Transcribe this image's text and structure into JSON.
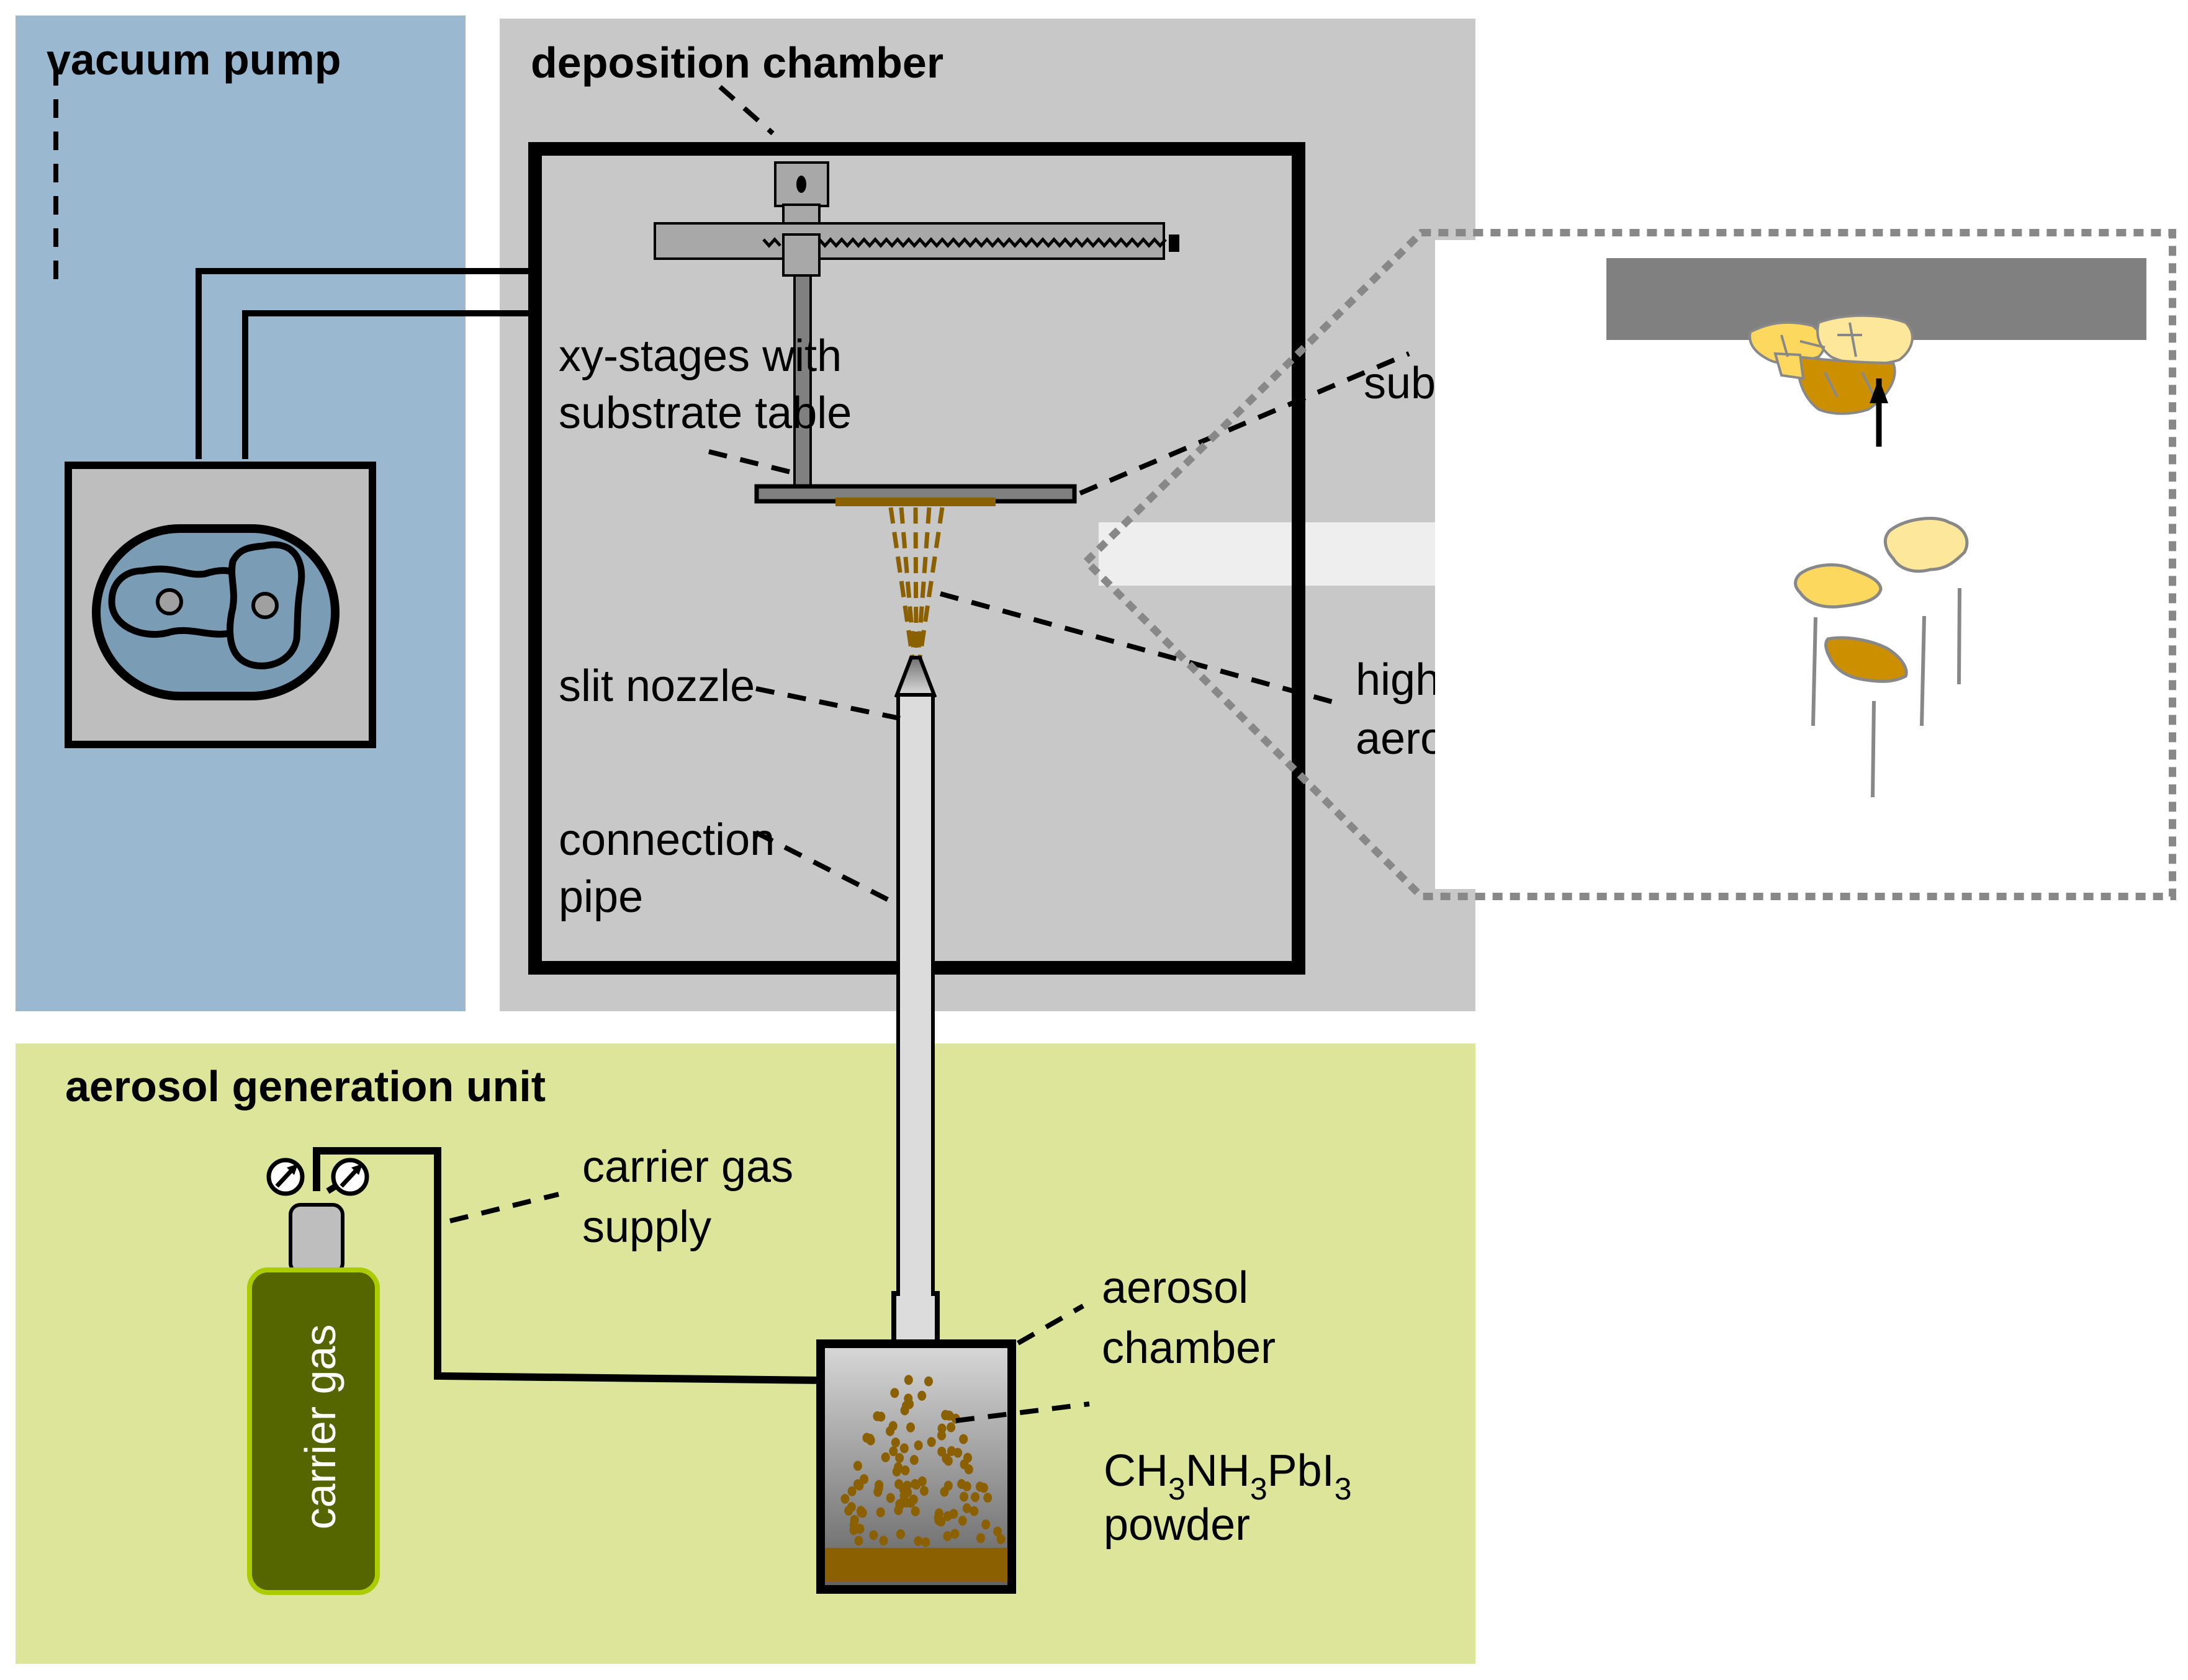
{
  "diagram": {
    "title": "Aerosol deposition setup schematic",
    "regions": {
      "vacuum_pump": {
        "label": "vacuum pump",
        "color": "#9ab8cf"
      },
      "deposition_chamber": {
        "label": "deposition chamber",
        "color": "#c8c8c8"
      },
      "aerosol_generation_unit": {
        "label": "aerosol generation unit",
        "color": "#dce59a"
      }
    },
    "labels": {
      "xy_stages_line1": "xy-stages with",
      "xy_stages_line2": "substrate table",
      "slit_nozzle": "slit nozzle",
      "connection_pipe_line1": "connection",
      "connection_pipe_line2": "pipe",
      "substrate": "substrate",
      "jet_line1": "high velocity",
      "jet_line2": "aerosol jet",
      "carrier_gas_supply_line1": "carrier gas",
      "carrier_gas_supply_line2": "supply",
      "carrier_gas_cylinder": "carrier gas",
      "aerosol_chamber_line1": "aerosol",
      "aerosol_chamber_line2": "chamber",
      "powder_formula": {
        "p1": "CH",
        "s1": "3",
        "p2": "NH",
        "s2": "3",
        "p3": "PbI",
        "s3": "3"
      },
      "powder_line2": "powder"
    },
    "colors": {
      "frame": "#000000",
      "stage_gray": "#a8a8a8",
      "rod_gray": "#808080",
      "powder_brown": "#8b6000",
      "cylinder_green": "#556600",
      "cylinder_border": "#aacc00",
      "particle_light": "#fde79a",
      "particle_mid": "#fdd85e",
      "particle_dark": "#cc8f00",
      "inset_border": "#888888"
    }
  }
}
